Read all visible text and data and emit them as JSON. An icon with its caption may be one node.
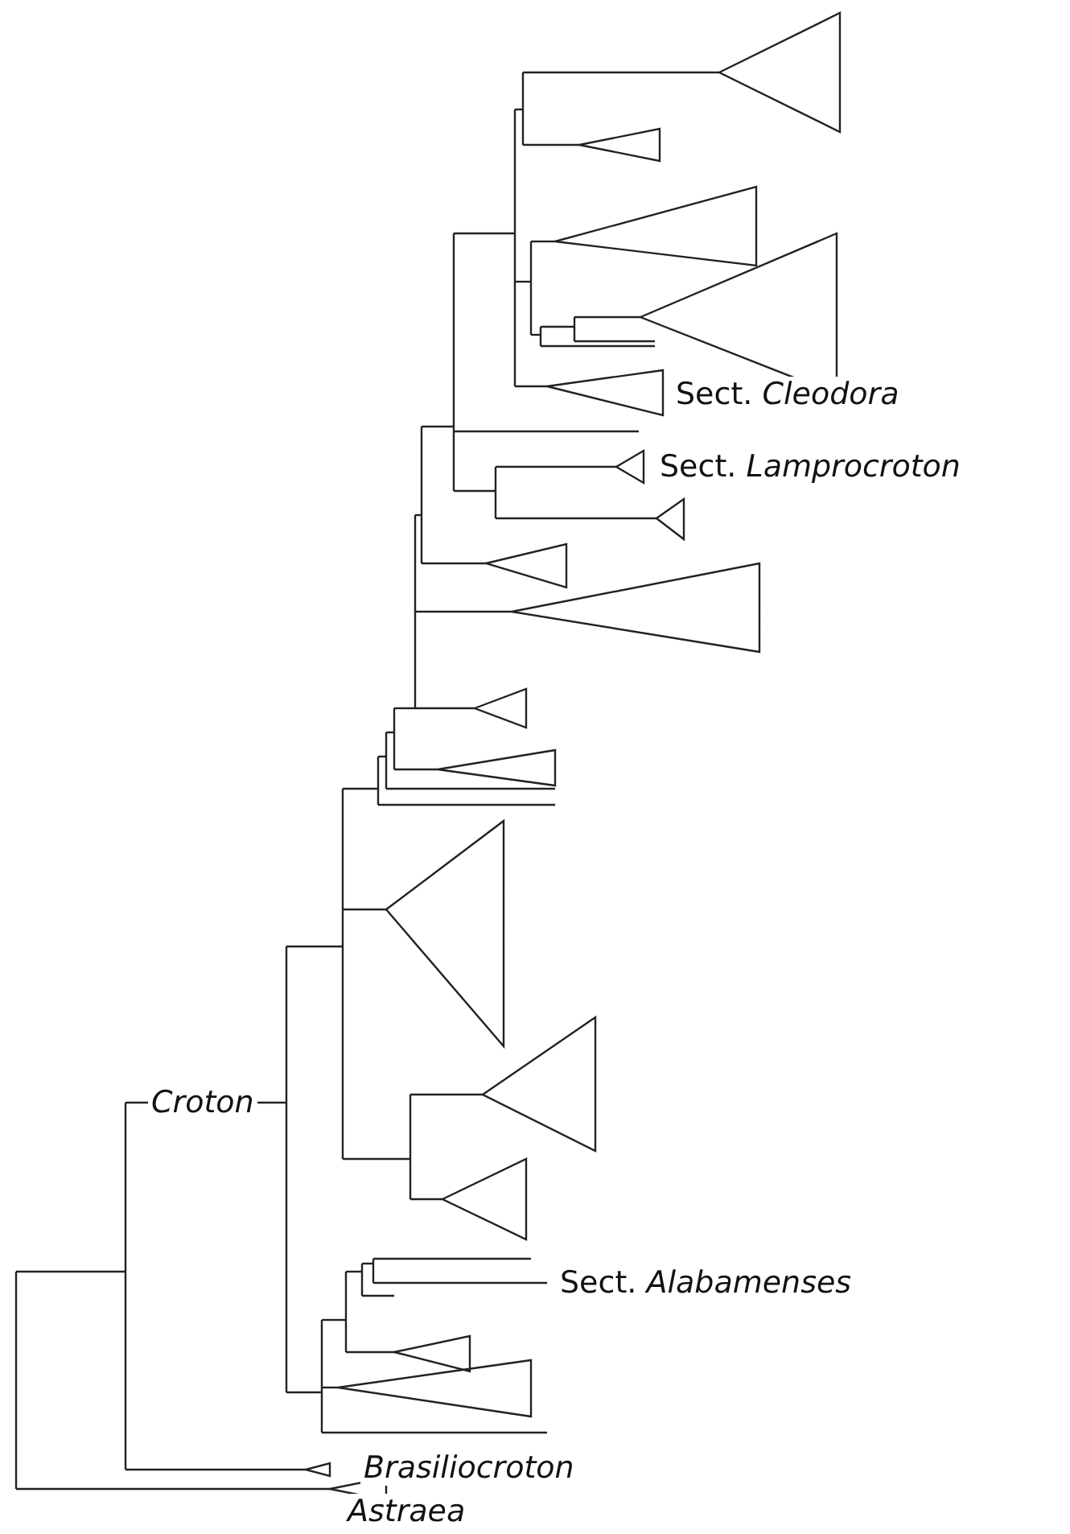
{
  "diagram": {
    "labels": [
      "Sect. *Cleodora*",
      "Sect. *Lamprocroton*",
      "Croton",
      "Sect. *Alabamenses*",
      "Brasiliocroton",
      "Astraea"
    ]
  }
}
